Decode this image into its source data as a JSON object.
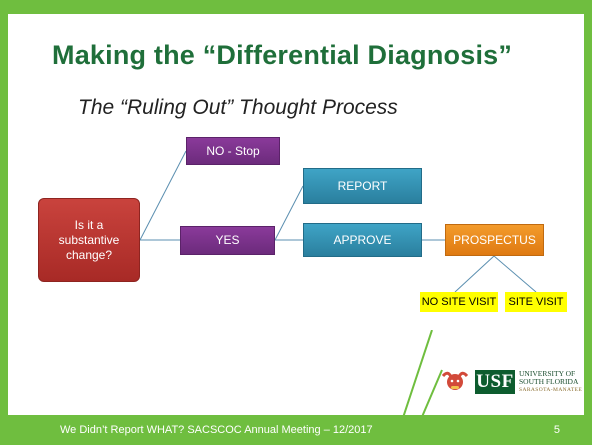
{
  "slide": {
    "title": "Making the “Differential Diagnosis”",
    "subtitle": "The “Ruling Out” Thought Process",
    "footer": "We Didn’t Report WHAT?  SACSCOC Annual Meeting – 12/2017",
    "page_number": "5"
  },
  "diagram": {
    "root": "Is it a substantive change?",
    "no_stop": "NO - Stop",
    "yes": "YES",
    "report": "REPORT",
    "approve": "APPROVE",
    "prospectus": "PROSPECTUS",
    "no_site_visit": "NO SITE VISIT",
    "site_visit": "SITE VISIT"
  },
  "logo": {
    "mark": "USF",
    "line1": "UNIVERSITY OF",
    "line2": "SOUTH FLORIDA",
    "line3": "SARASOTA-MANATEE"
  },
  "colors": {
    "accent_green": "#6fbe3f",
    "title_green": "#1f6f3a",
    "root_red": "#b8332f",
    "purple": "#7b3290",
    "teal": "#3496b8",
    "orange": "#ec8a1c",
    "highlight_yellow": "#ffff00"
  }
}
